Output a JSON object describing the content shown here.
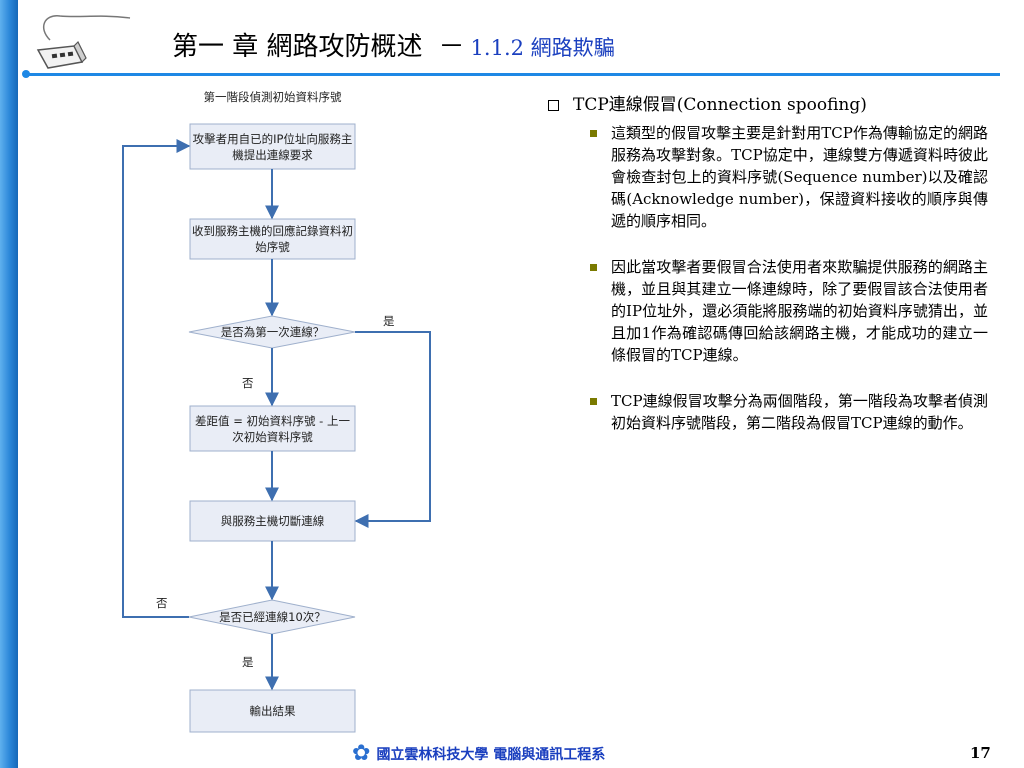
{
  "header": {
    "title_main": "第一 章  網路攻防概述",
    "dash": "－",
    "title_sub": "1.1.2 網路欺騙"
  },
  "flowchart": {
    "title": "第一階段偵測初始資料序號",
    "steps": [
      "攻擊者用自已的IP位址向服務主機提出連線要求",
      "收到服務主機的回應記錄資料初始序號",
      "是否為第一次連線？",
      "差距值 = 初始資料序號 - 上一次初始資料序號",
      "與服務主機切斷連線",
      "是否已經連線10次？",
      "輸出結果"
    ],
    "yes_label": "是",
    "no_label": "否"
  },
  "content": {
    "heading": "TCP連線假冒(Connection spoofing)",
    "bullets": [
      "這類型的假冒攻擊主要是針對用TCP作為傳輸協定的網路服務為攻擊對象。TCP協定中，連線雙方傳遞資料時彼此會檢查封包上的資料序號(Sequence number)以及確認碼(Acknowledge number)，保證資料接收的順序與傳遞的順序相同。",
      "因此當攻擊者要假冒合法使用者來欺騙提供服務的網路主機，並且與其建立一條連線時，除了要假冒該合法使用者的IP位址外，還必須能將服務端的初始資料序號猜出，並且加1作為確認碼傳回給該網路主機，才能成功的建立一條假冒的TCP連線。",
      "TCP連線假冒攻擊分為兩個階段，第一階段為攻擊者偵測初始資料序號階段，第二階段為假冒TCP連線的動作。"
    ]
  },
  "footer": {
    "school": "國立雲林科技大學 電腦與通訊工程系",
    "page": "17"
  },
  "colors": {
    "accent_blue": "#1e88e5",
    "box_fill": "#e9edf6",
    "box_border": "#9fb0cc",
    "arrow": "#3e6fb0",
    "bullet": "#7a7a00"
  }
}
